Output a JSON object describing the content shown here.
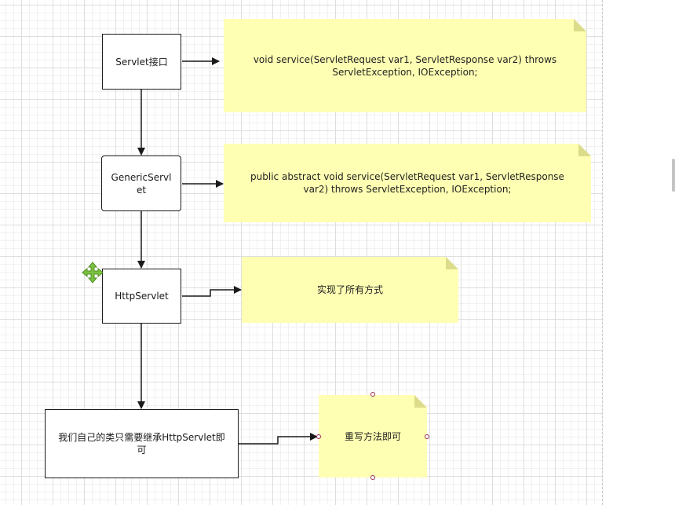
{
  "boxes": {
    "servlet": "Servlet接口",
    "generic": "GenericServlet",
    "http": "HttpServlet",
    "ours": "我们自己的类只需要继承HttpServlet即可"
  },
  "notes": {
    "servlet": "void service(ServletRequest var1, ServletResponse var2) throws ServletException, IOException;",
    "generic": "public abstract void service(ServletRequest var1, ServletResponse var2) throws ServletException, IOException;",
    "http": "实现了所有方式",
    "ours": "重写方法即可"
  },
  "colors": {
    "note_fill": "#ffffb3",
    "note_fold": "#dcdc8a",
    "stroke": "#1a1a1a",
    "selection_handle": "#9c2b4e",
    "move_icon": "#7cc242"
  },
  "icons": {
    "move": "move-cursor-icon"
  }
}
